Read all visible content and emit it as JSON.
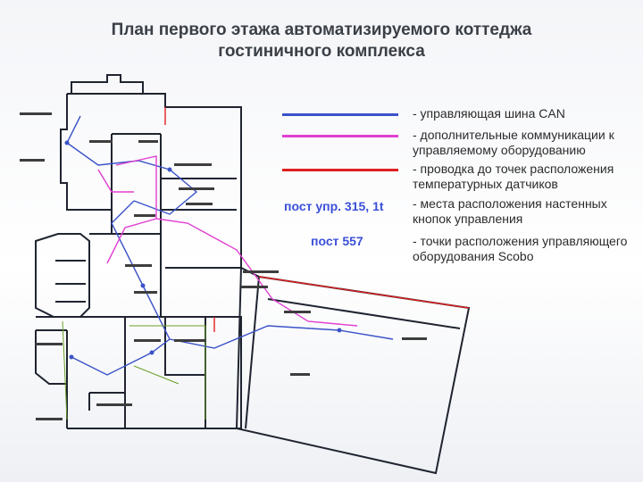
{
  "title": {
    "line1": "План первого этажа автоматизируемого коттеджа",
    "line2": "гостиничного комплекса"
  },
  "colors": {
    "can_bus": "#3a52c8",
    "extra_comms": "#e040d0",
    "temp_wiring": "#e02020",
    "wall": "#1f2430",
    "green_line": "#6aa02a",
    "post_label": "#3b4fd8"
  },
  "legend": {
    "items": [
      {
        "id": "can",
        "text": "- управляющая шина CAN"
      },
      {
        "id": "extra",
        "text": "- дополнительные коммуникации к управляемому оборудованию"
      },
      {
        "id": "temp",
        "text": "- проводка до точек расположения температурных датчиков"
      },
      {
        "id": "buttons",
        "sample": "пост упр. 315, 1t",
        "text": "- места расположения настенных кнопок управления"
      },
      {
        "id": "scobo",
        "sample": "пост 557",
        "text": "- точки расположения управляющего оборудования Scobo"
      }
    ]
  }
}
